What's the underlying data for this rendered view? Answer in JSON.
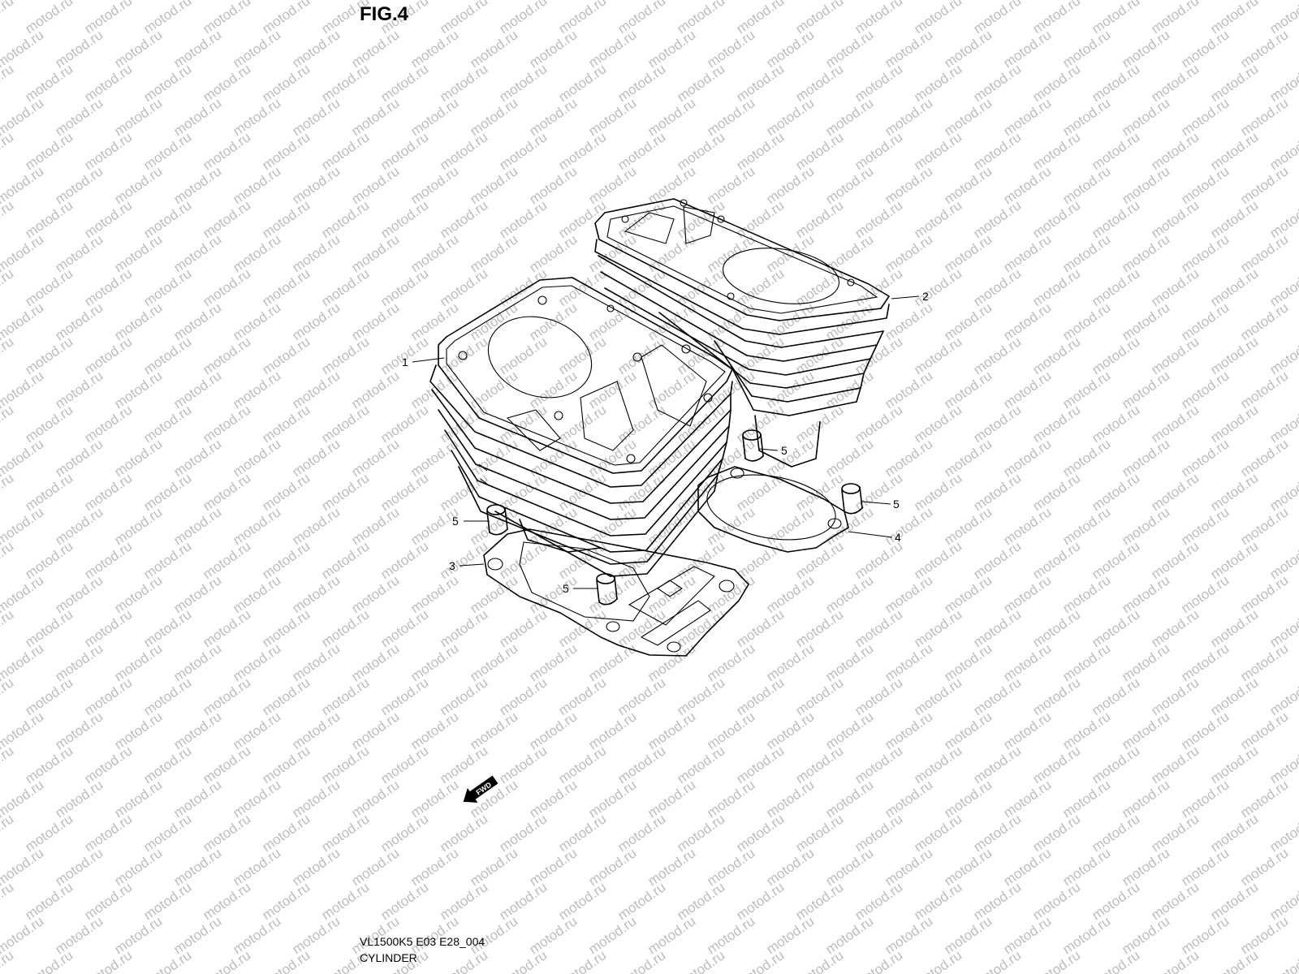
{
  "figure": {
    "title": "FIG.4"
  },
  "footer": {
    "model_code": "VL1500K5 E03 E28_004",
    "part_name": "CYLINDER"
  },
  "watermark": {
    "text": "motod.ru"
  },
  "fwd_arrow": {
    "label": "FWD"
  },
  "callouts": [
    {
      "id": "c1",
      "label": "1"
    },
    {
      "id": "c2",
      "label": "2"
    },
    {
      "id": "c3",
      "label": "3"
    },
    {
      "id": "c4",
      "label": "4"
    },
    {
      "id": "c5a",
      "label": "5"
    },
    {
      "id": "c5b",
      "label": "5"
    },
    {
      "id": "c5c",
      "label": "5"
    },
    {
      "id": "c5d",
      "label": "5"
    }
  ],
  "colors": {
    "line": "#000000",
    "watermark": "#bdbdbd",
    "background": "#ffffff"
  }
}
